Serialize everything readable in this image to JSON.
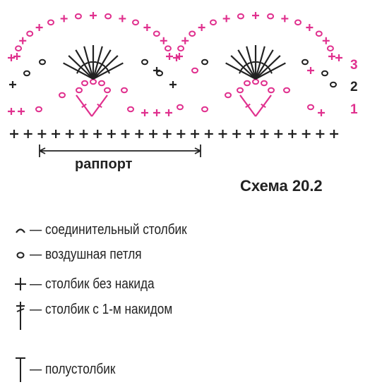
{
  "diagram": {
    "rows": [
      {
        "number": "1",
        "color": "#e0308e"
      },
      {
        "number": "2",
        "color": "#222222"
      },
      {
        "number": "3",
        "color": "#e0308e"
      }
    ],
    "repeat_label": "раппорт",
    "scheme_title": "Схема 20.2",
    "colors": {
      "pink": "#e0308e",
      "black": "#222222"
    }
  },
  "legend": [
    {
      "icon": "slip-stitch-icon",
      "text": "— соединительный столбик"
    },
    {
      "icon": "chain-icon",
      "text": "— воздушная петля"
    },
    {
      "icon": "single-crochet-icon",
      "text": "— столбик без накида"
    },
    {
      "icon": "double-crochet-icon",
      "text": "— столбик с 1-м накидом"
    },
    {
      "icon": "half-double-crochet-icon",
      "text": "— полустолбик"
    }
  ]
}
